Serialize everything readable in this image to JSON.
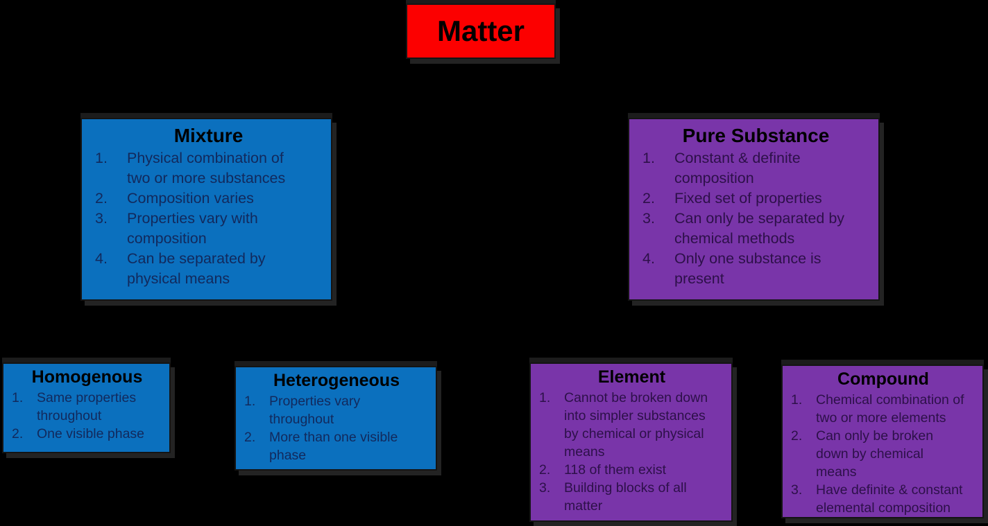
{
  "diagram": {
    "background": "#000000",
    "colors": {
      "matter_fill": "#FC0000",
      "mixture_fill": "#0B70BE",
      "pure_fill": "#7935A9",
      "title_text": "#000000",
      "blue_body_text": "#12295C",
      "purple_body_text": "#2D1049",
      "shadow": "#232323"
    },
    "nodes": {
      "matter": {
        "title": "Matter"
      },
      "mixture": {
        "title": "Mixture",
        "items": [
          {
            "n": "1.",
            "text": "Physical combination of\ntwo or more substances"
          },
          {
            "n": "2.",
            "text": "Composition varies"
          },
          {
            "n": "3.",
            "text": "Properties vary with\ncomposition"
          },
          {
            "n": "4.",
            "text": "Can be separated by\nphysical means"
          }
        ]
      },
      "pure_substance": {
        "title": "Pure Substance",
        "items": [
          {
            "n": "1.",
            "text": "Constant & definite\ncomposition"
          },
          {
            "n": "2.",
            "text": "Fixed set of properties"
          },
          {
            "n": "3.",
            "text": "Can only be separated by\nchemical methods"
          },
          {
            "n": "4.",
            "text": "Only one substance is\npresent"
          }
        ]
      },
      "homogenous": {
        "title": "Homogenous",
        "items": [
          {
            "n": "1.",
            "text": "Same properties\nthroughout"
          },
          {
            "n": "2.",
            "text": "One visible phase"
          }
        ]
      },
      "heterogeneous": {
        "title": "Heterogeneous",
        "items": [
          {
            "n": "1.",
            "text": "Properties vary\nthroughout"
          },
          {
            "n": "2.",
            "text": "More than one visible\nphase"
          }
        ]
      },
      "element": {
        "title": "Element",
        "items": [
          {
            "n": "1.",
            "text": "Cannot be broken down\ninto simpler substances\nby chemical or physical\nmeans"
          },
          {
            "n": "2.",
            "text": "118 of them exist"
          },
          {
            "n": "3.",
            "text": "Building blocks of all\nmatter"
          }
        ]
      },
      "compound": {
        "title": "Compound",
        "items": [
          {
            "n": "1.",
            "text": "Chemical combination of\ntwo or more elements"
          },
          {
            "n": "2.",
            "text": "Can only be broken\ndown by chemical\nmeans"
          },
          {
            "n": "3.",
            "text": "Have definite & constant\nelemental composition"
          }
        ]
      }
    }
  }
}
